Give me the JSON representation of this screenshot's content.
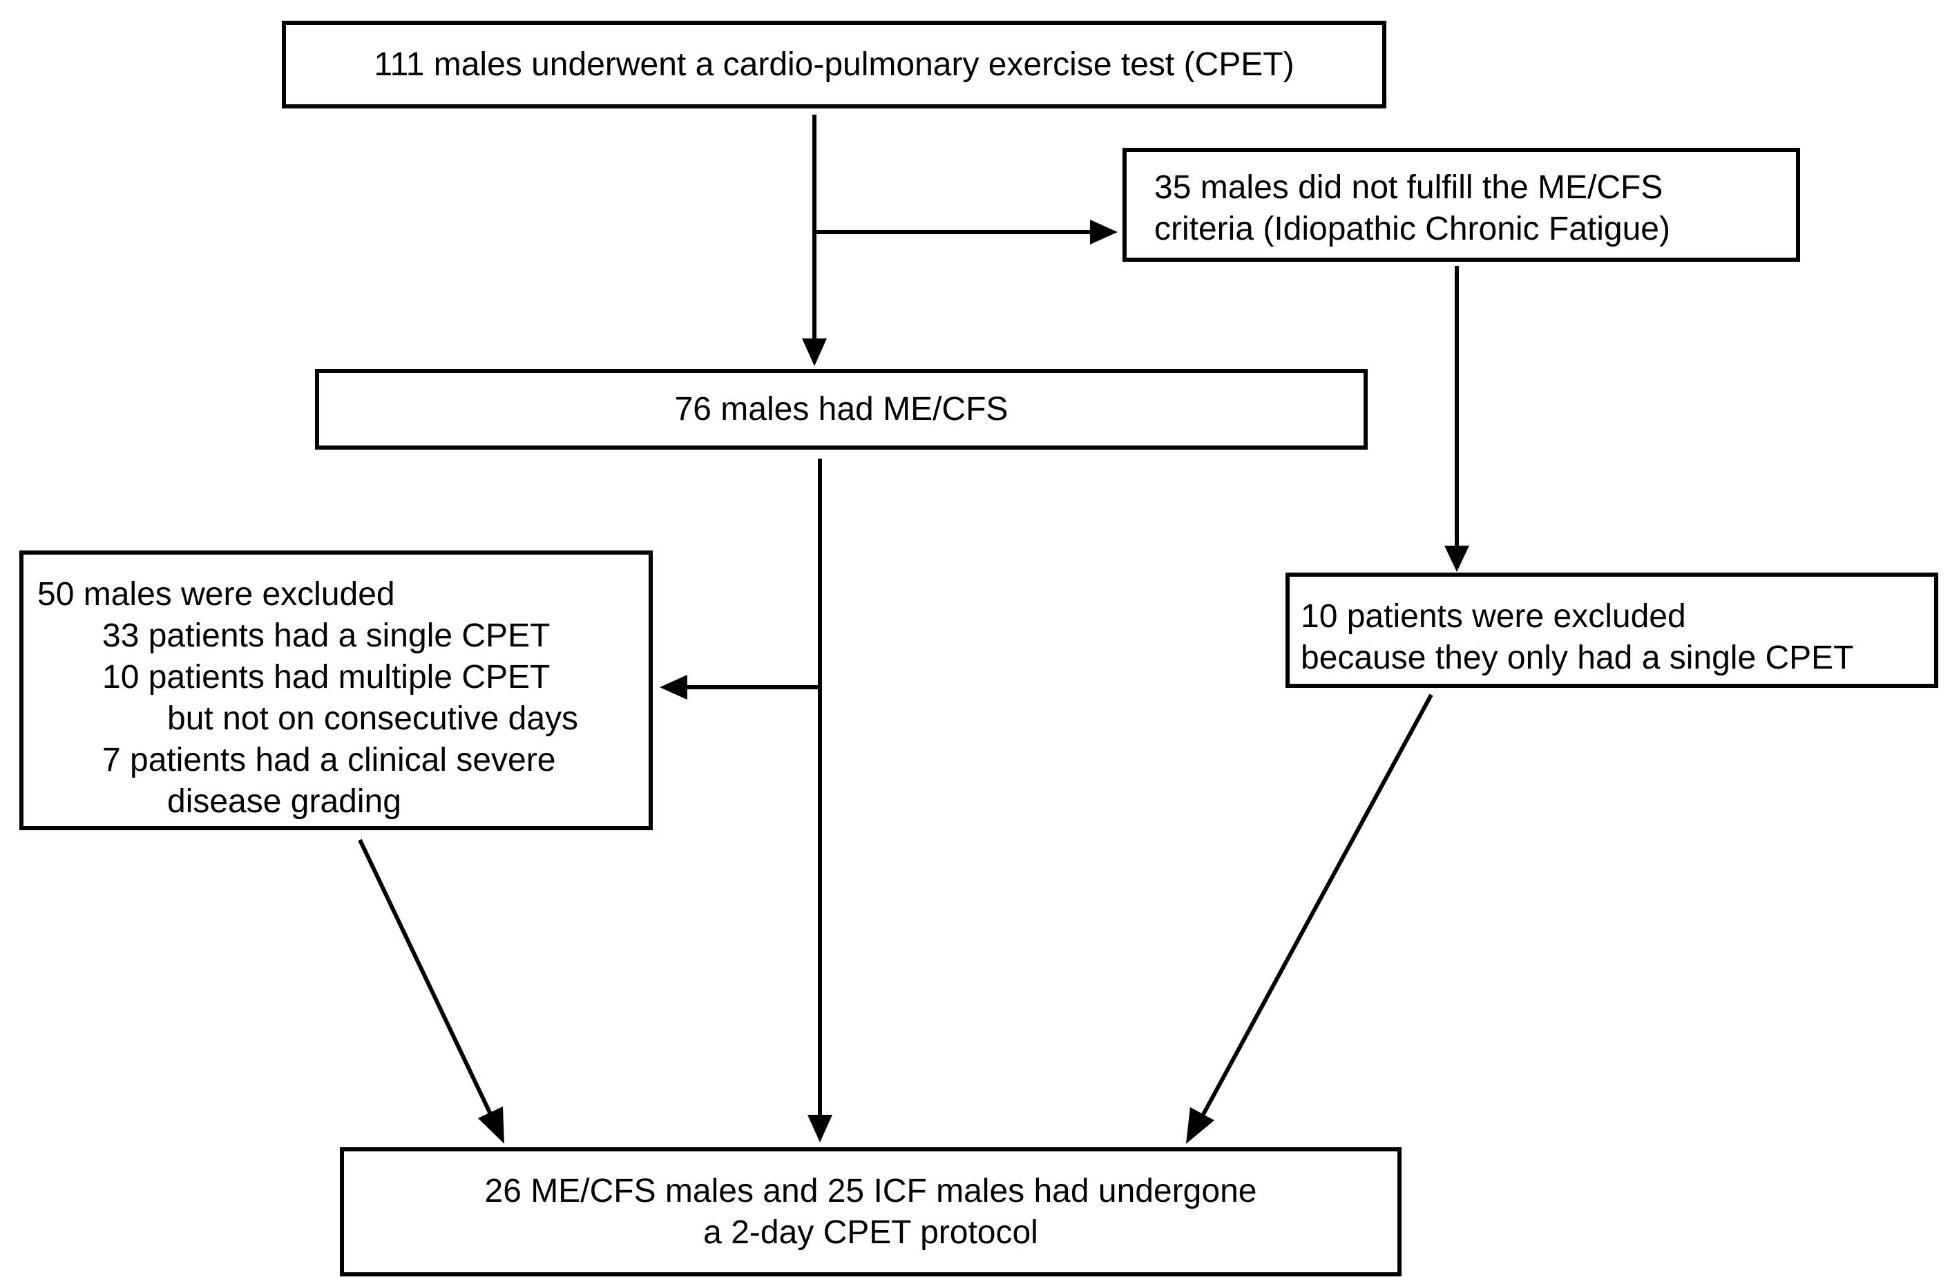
{
  "nodes": {
    "start": {
      "lines": [
        "111 males underwent a cardio-pulmonary exercise test (CPET)"
      ]
    },
    "icf": {
      "lines": [
        "35 males did not fulfill the ME/CFS",
        "criteria  (Idiopathic  Chronic  Fatigue)"
      ]
    },
    "mecfs": {
      "lines": [
        "76 males had ME/CFS"
      ]
    },
    "excluded_left": {
      "lines": [
        "50 males were excluded",
        "33 patients had a single CPET",
        "10 patients had multiple  CPET",
        "but not on consecutive days",
        "7 patients had a clinical severe",
        "disease grading"
      ]
    },
    "excluded_right": {
      "lines": [
        "10 patients were excluded",
        "because they only had a single CPET"
      ]
    },
    "final": {
      "lines": [
        "26 ME/CFS males and 25 ICF males had undergone",
        "a 2-day  CPET protocol"
      ]
    }
  },
  "edges": [
    {
      "from": "start",
      "to": "mecfs"
    },
    {
      "from": "start",
      "to": "icf"
    },
    {
      "from": "icf",
      "to": "excluded_right"
    },
    {
      "from": "mecfs",
      "to": "final"
    },
    {
      "from": "mecfs",
      "to": "excluded_left"
    },
    {
      "from": "excluded_left",
      "to": "final"
    },
    {
      "from": "excluded_right",
      "to": "final"
    }
  ],
  "colors": {
    "stroke": "#000000",
    "background": "#ffffff"
  }
}
